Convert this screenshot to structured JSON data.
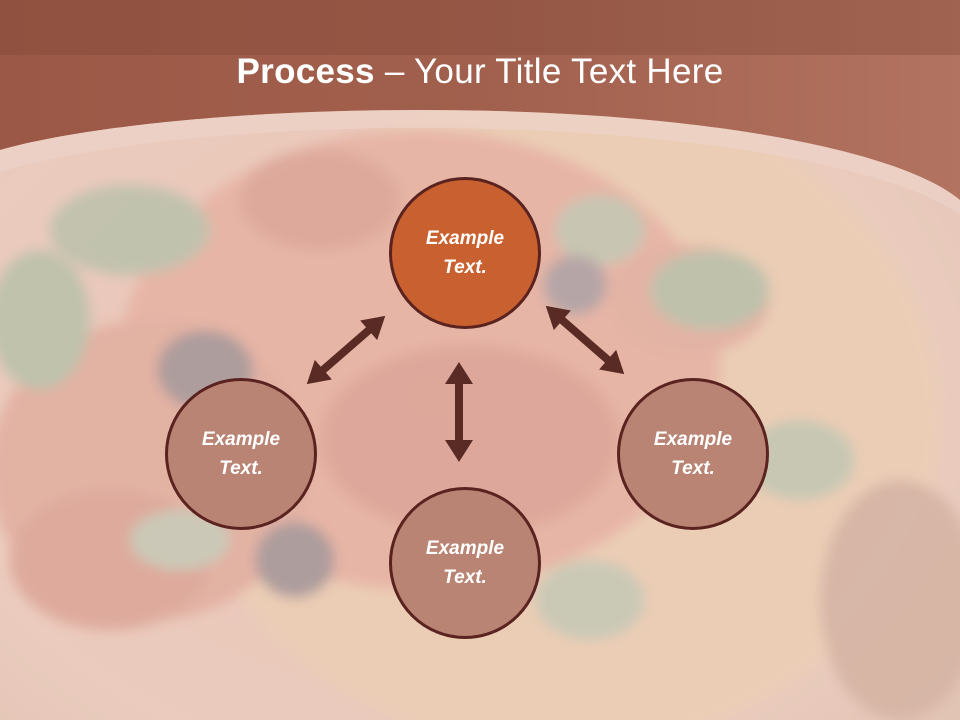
{
  "slide": {
    "title_bold": "Process",
    "title_rest": " – Your Title Text Here"
  },
  "nodes": [
    {
      "id": "top",
      "label": "Example Text.",
      "style": "accent"
    },
    {
      "id": "left",
      "label": "Example Text.",
      "style": "muted"
    },
    {
      "id": "bottom",
      "label": "Example Text.",
      "style": "muted"
    },
    {
      "id": "right",
      "label": "Example Text.",
      "style": "muted"
    }
  ],
  "colors": {
    "header": "#9e5a48",
    "accent_circle": "#c9602f",
    "muted_circle": "#b98474",
    "circle_border": "#5a2320",
    "arrow": "#5a2a24"
  }
}
